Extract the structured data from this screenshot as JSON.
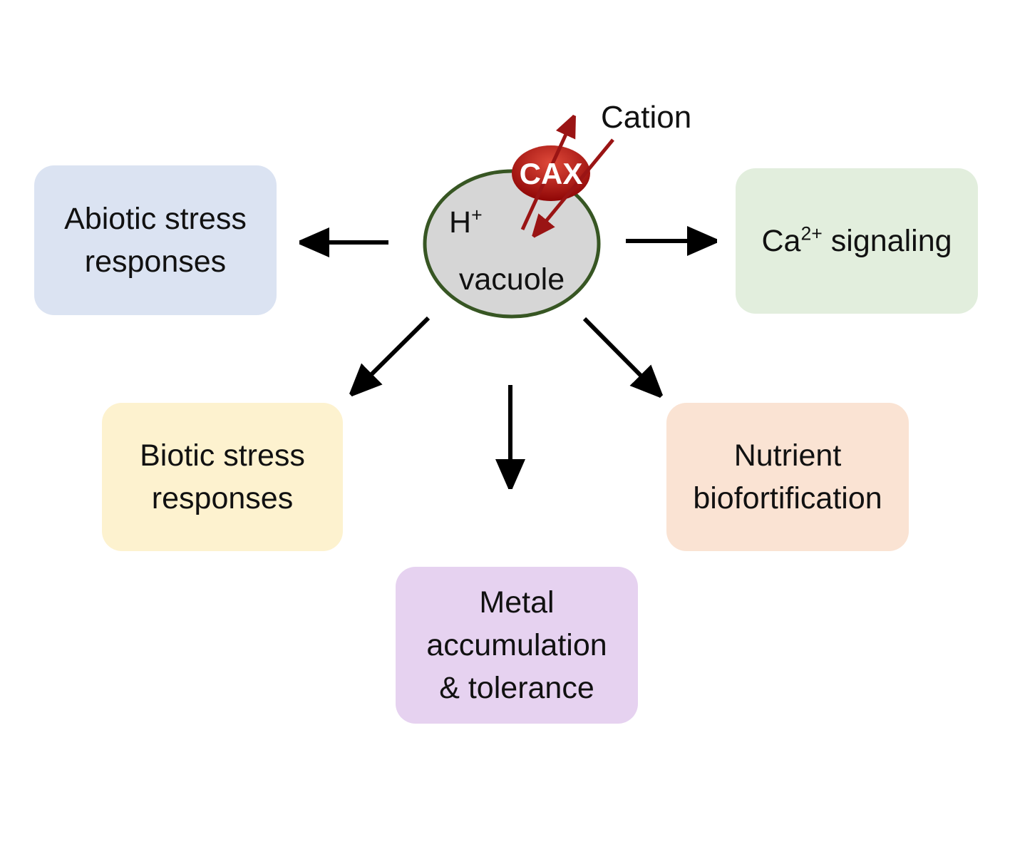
{
  "center": {
    "h_base": "H",
    "h_sup": "+",
    "vacuole_label": "vacuole",
    "cax_label": "CAX",
    "cation_label": "Cation"
  },
  "boxes": {
    "abiotic": {
      "label": "Abiotic stress\nresponses",
      "bg": "#dbe3f2"
    },
    "ca_signaling": {
      "pre": "Ca",
      "sup": "2+",
      "post": " signaling",
      "bg": "#e2eedd"
    },
    "biotic": {
      "label": "Biotic stress\nresponses",
      "bg": "#fdf2cf"
    },
    "nutrient": {
      "label": "Nutrient\nbiofortification",
      "bg": "#fae3d3"
    },
    "metal": {
      "label": "Metal\naccumulation\n& tolerance",
      "bg": "#e6d2f0"
    }
  },
  "colors": {
    "vacuole_fill": "#d6d6d6",
    "vacuole_stroke": "#375623",
    "cax_fill_light": "#e04a3a",
    "cax_fill_dark": "#8f0606",
    "cax_text": "#ffffff",
    "black_arrow": "#000000",
    "red_arrow": "#9a1414"
  }
}
